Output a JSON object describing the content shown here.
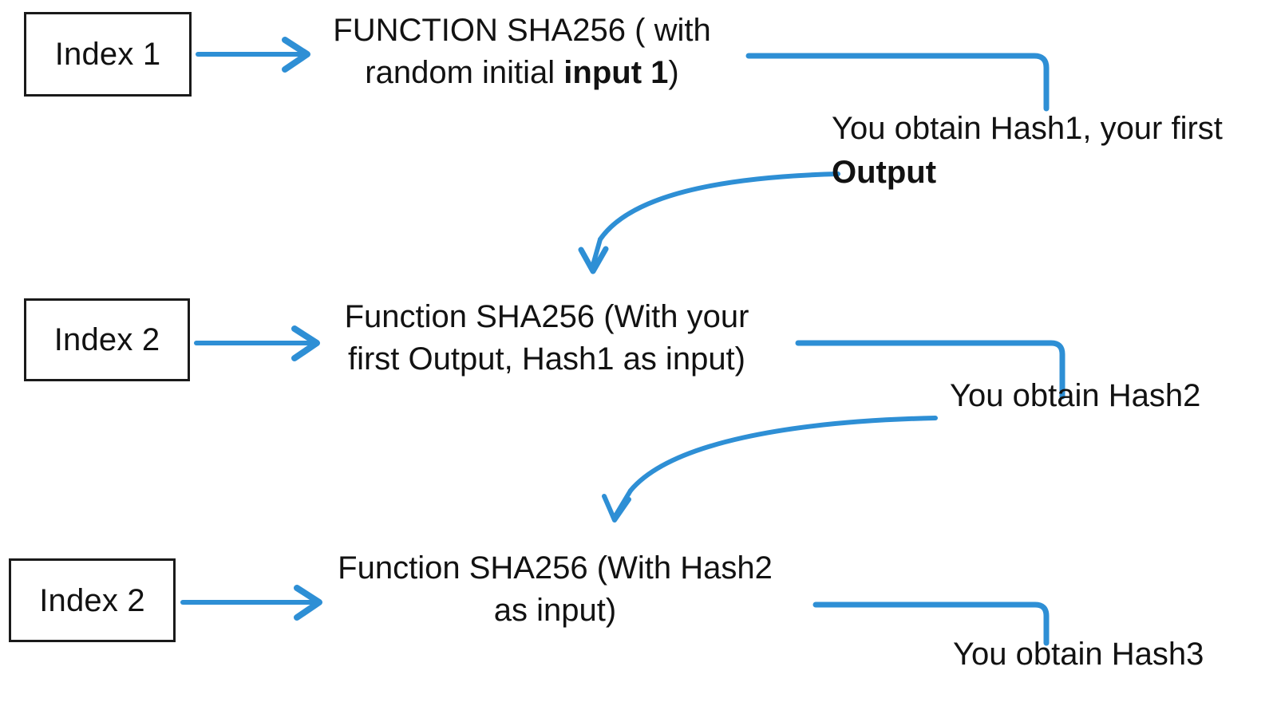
{
  "diagram": {
    "title": "SHA256 chained hashing",
    "accent_color": "#2e8fd5",
    "text_color": "#121212",
    "box_border_color": "#1a1a1a",
    "background": "#ffffff"
  },
  "steps": [
    {
      "index_label": "Index 1",
      "function_text": "FUNCTION SHA256 ( with\nrandom initial ",
      "function_text_bold": "input 1",
      "function_text_tail": ")",
      "output_text": "You obtain Hash1, your first\n",
      "output_text_bold": "Output",
      "arrow_icon": "right-arrow-icon",
      "elbow_icon": "elbow-connector-icon",
      "curve_icon": "curved-down-arrow-icon"
    },
    {
      "index_label": "Index 2",
      "function_text": "Function SHA256 (With your\nfirst Output, Hash1 as input)",
      "output_text": "You obtain Hash2",
      "arrow_icon": "right-arrow-icon",
      "elbow_icon": "elbow-connector-icon",
      "curve_icon": "curved-down-arrow-icon"
    },
    {
      "index_label": "Index 2",
      "function_text": "Function SHA256 (With Hash2\nas input)",
      "output_text": "You obtain Hash3",
      "arrow_icon": "right-arrow-icon",
      "elbow_icon": "elbow-connector-icon"
    }
  ]
}
